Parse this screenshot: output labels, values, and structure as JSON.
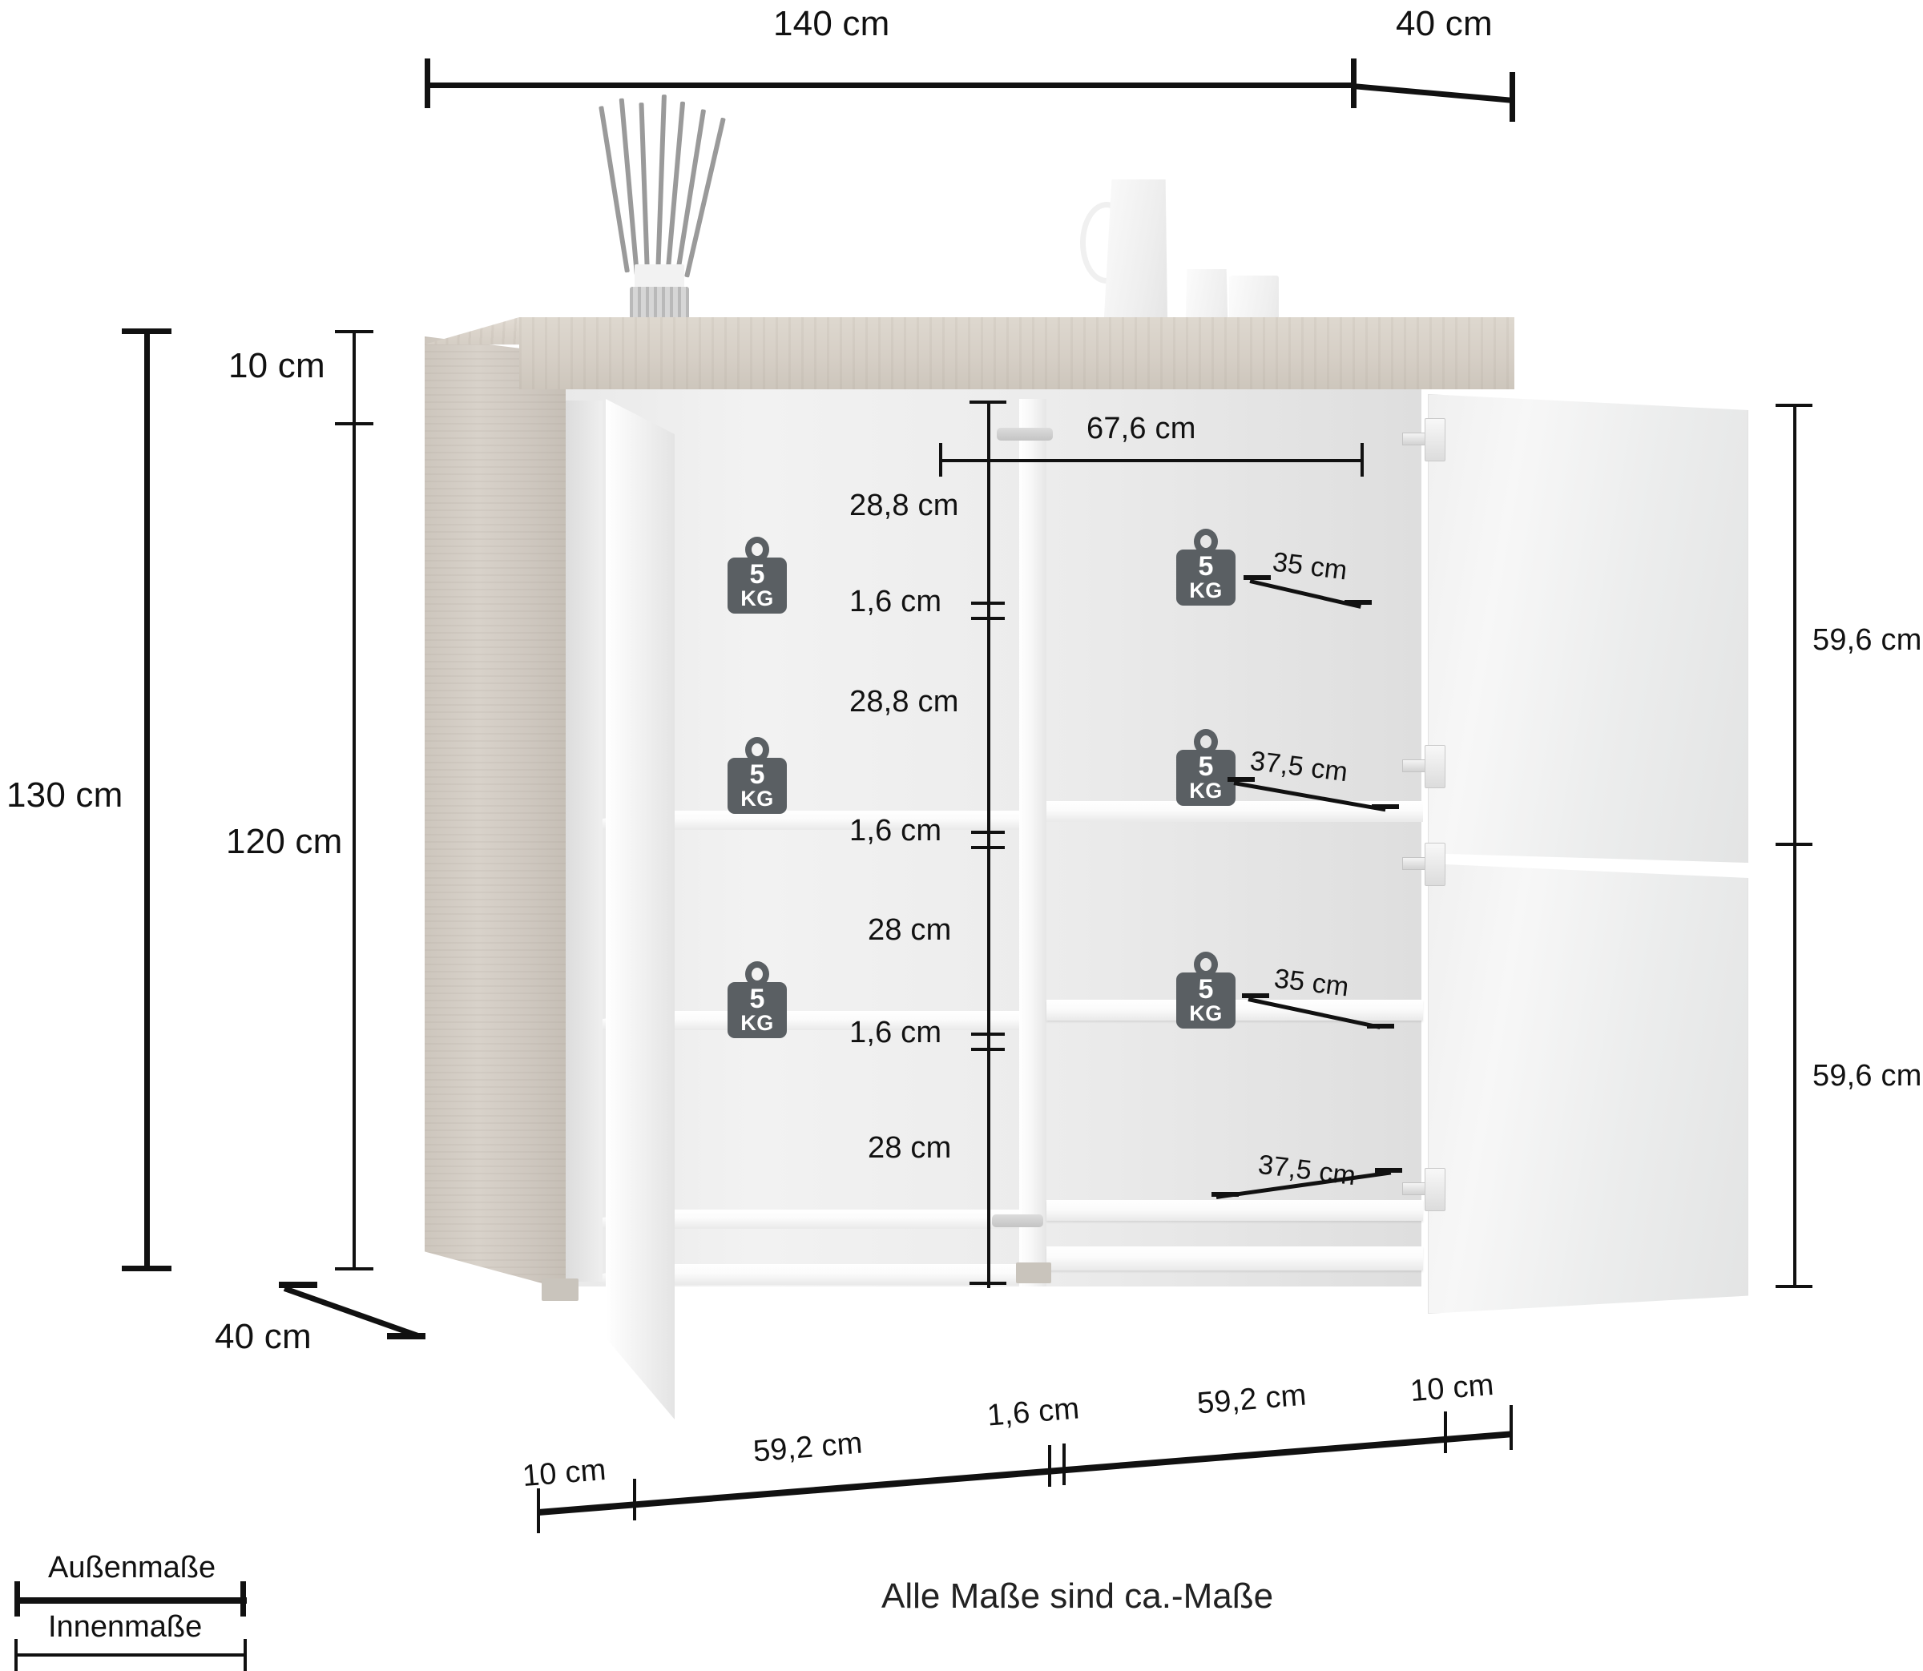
{
  "diagram": {
    "title_note": "Alle Maße sind ca.-Maße",
    "legend": {
      "outer_label": "Außenmaße",
      "inner_label": "Innenmaße"
    },
    "colors": {
      "line": "#111111",
      "wood": "#d8d2ca",
      "carcass": "#f2f2f2",
      "badge": "#5a5f63"
    }
  },
  "dimensions": {
    "top": {
      "width": "140 cm",
      "depth": "40 cm"
    },
    "left": {
      "total_height": "130 cm",
      "top_plate_height": "10 cm",
      "body_height": "120 cm"
    },
    "depth_arrow": "40 cm",
    "right": {
      "upper_door_height": "59,6 cm",
      "lower_door_height": "59,6 cm"
    },
    "interior_width": "67,6 cm",
    "compartments": [
      {
        "clear_height": "28,8 cm"
      },
      {
        "shelf_thickness": "1,6 cm"
      },
      {
        "clear_height": "28,8 cm"
      },
      {
        "shelf_thickness": "1,6 cm"
      },
      {
        "clear_height": "28 cm"
      },
      {
        "shelf_thickness": "1,6 cm"
      },
      {
        "clear_height": "28 cm"
      }
    ],
    "shelf_depths": [
      {
        "value": "35 cm"
      },
      {
        "value": "37,5 cm"
      },
      {
        "value": "35 cm"
      },
      {
        "value": "37,5 cm"
      }
    ],
    "bottom_chain": [
      {
        "value": "10 cm"
      },
      {
        "value": "59,2 cm"
      },
      {
        "value": "1,6 cm"
      },
      {
        "value": "59,2 cm"
      },
      {
        "value": "10 cm"
      }
    ]
  },
  "load_badges": [
    {
      "number": "5",
      "unit": "KG"
    },
    {
      "number": "5",
      "unit": "KG"
    },
    {
      "number": "5",
      "unit": "KG"
    },
    {
      "number": "5",
      "unit": "KG"
    },
    {
      "number": "5",
      "unit": "KG"
    },
    {
      "number": "5",
      "unit": "KG"
    }
  ]
}
